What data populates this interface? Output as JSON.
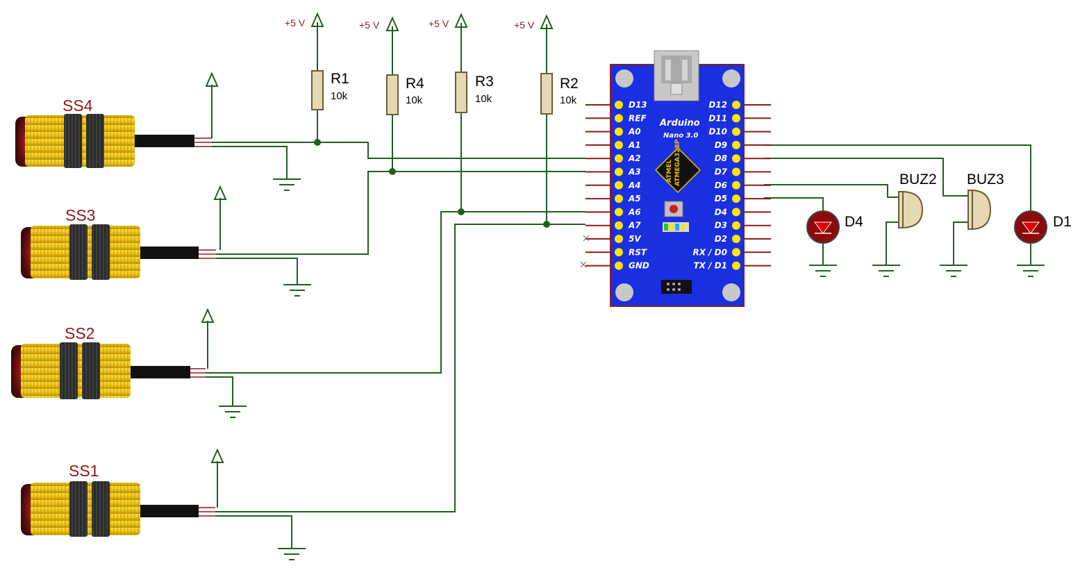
{
  "power_label": "+5 V",
  "sensors": [
    {
      "id": "ss4",
      "label": "SS4"
    },
    {
      "id": "ss3",
      "label": "SS3"
    },
    {
      "id": "ss2",
      "label": "SS2"
    },
    {
      "id": "ss1",
      "label": "SS1"
    }
  ],
  "resistors": [
    {
      "id": "r1",
      "label": "R1",
      "value": "10k"
    },
    {
      "id": "r4",
      "label": "R4",
      "value": "10k"
    },
    {
      "id": "r3",
      "label": "R3",
      "value": "10k"
    },
    {
      "id": "r2",
      "label": "R2",
      "value": "10k"
    }
  ],
  "arduino": {
    "brand": "Arduino",
    "model": "Nano 3.0",
    "chip_brand": "ATMEL",
    "chip_model": "ATMEGA328P",
    "left_pins": [
      "D13",
      "REF",
      "A0",
      "A1",
      "A2",
      "A3",
      "A4",
      "A5",
      "A6",
      "A7",
      "5V",
      "RST",
      "GND"
    ],
    "right_pins": [
      "D12",
      "D11",
      "D10",
      "D9",
      "D8",
      "D7",
      "D6",
      "D5",
      "D4",
      "D3",
      "D2",
      "RX / D0",
      "TX /  D1"
    ]
  },
  "outputs": [
    {
      "id": "d4",
      "label": "D4",
      "type": "led"
    },
    {
      "id": "buz2",
      "label": "BUZ2",
      "type": "buzzer"
    },
    {
      "id": "buz3",
      "label": "BUZ3",
      "type": "buzzer"
    },
    {
      "id": "d1",
      "label": "D1",
      "type": "led"
    }
  ],
  "colors": {
    "wire": "#1f5f1f",
    "board": "#1a2fe0",
    "sensor_body": "#f5c816",
    "label_red": "#8b1a1a",
    "led_red": "#cc0000"
  }
}
